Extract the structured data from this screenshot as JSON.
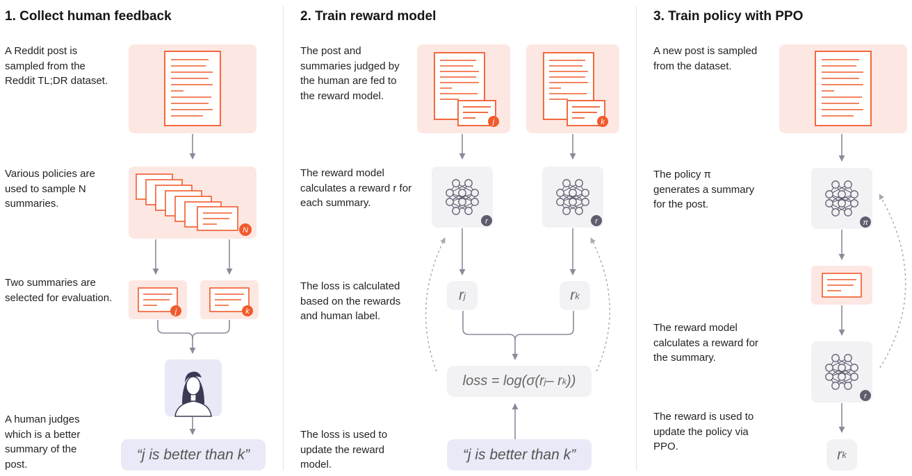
{
  "colors": {
    "accent": "#f15a2b",
    "pink_bg": "#fde7e2",
    "grey_box": "#f2f2f5",
    "arrow": "#8a8a9a",
    "human_bg": "#e8e8f7"
  },
  "icons": [
    "document-icon",
    "summary-icon",
    "neural-net-icon",
    "person-icon",
    "badge-icon"
  ],
  "sections": [
    {
      "title": "1. Collect human feedback",
      "steps": [
        "A Reddit post is sampled from the Reddit TL;DR dataset.",
        "Various policies are used to sample N summaries.",
        "Two summaries are selected for evaluation.",
        "A human judges which is a better summary of the post."
      ],
      "badges": {
        "n": "N",
        "j": "j",
        "k": "k"
      },
      "quote": "“j is better than k”"
    },
    {
      "title": "2. Train reward model",
      "steps": [
        "The post and summaries judged by the human are fed to the reward model.",
        "The reward model calculates a reward r for each summary.",
        "The loss is calculated based on the rewards and human label.",
        "The loss is used to update the reward model."
      ],
      "badges": {
        "j": "j",
        "k": "k",
        "r": "r"
      },
      "rj": {
        "base": "r",
        "sub": "j"
      },
      "rk": {
        "base": "r",
        "sub": "k"
      },
      "loss": {
        "p1": "loss = log(σ(r",
        "s1": "j",
        "p2": "– r",
        "s2": "k",
        "p3": "))"
      },
      "quote": "“j is better than k”"
    },
    {
      "title": "3. Train policy with PPO",
      "steps": [
        "A new post is sampled from the dataset.",
        "The policy π generates a summary for the post.",
        "The reward model calculates a reward for the summary.",
        "The reward is used to update the policy via PPO."
      ],
      "badges": {
        "pi": "π",
        "r": "r"
      },
      "rk": {
        "base": "r",
        "sub": "k"
      }
    }
  ]
}
